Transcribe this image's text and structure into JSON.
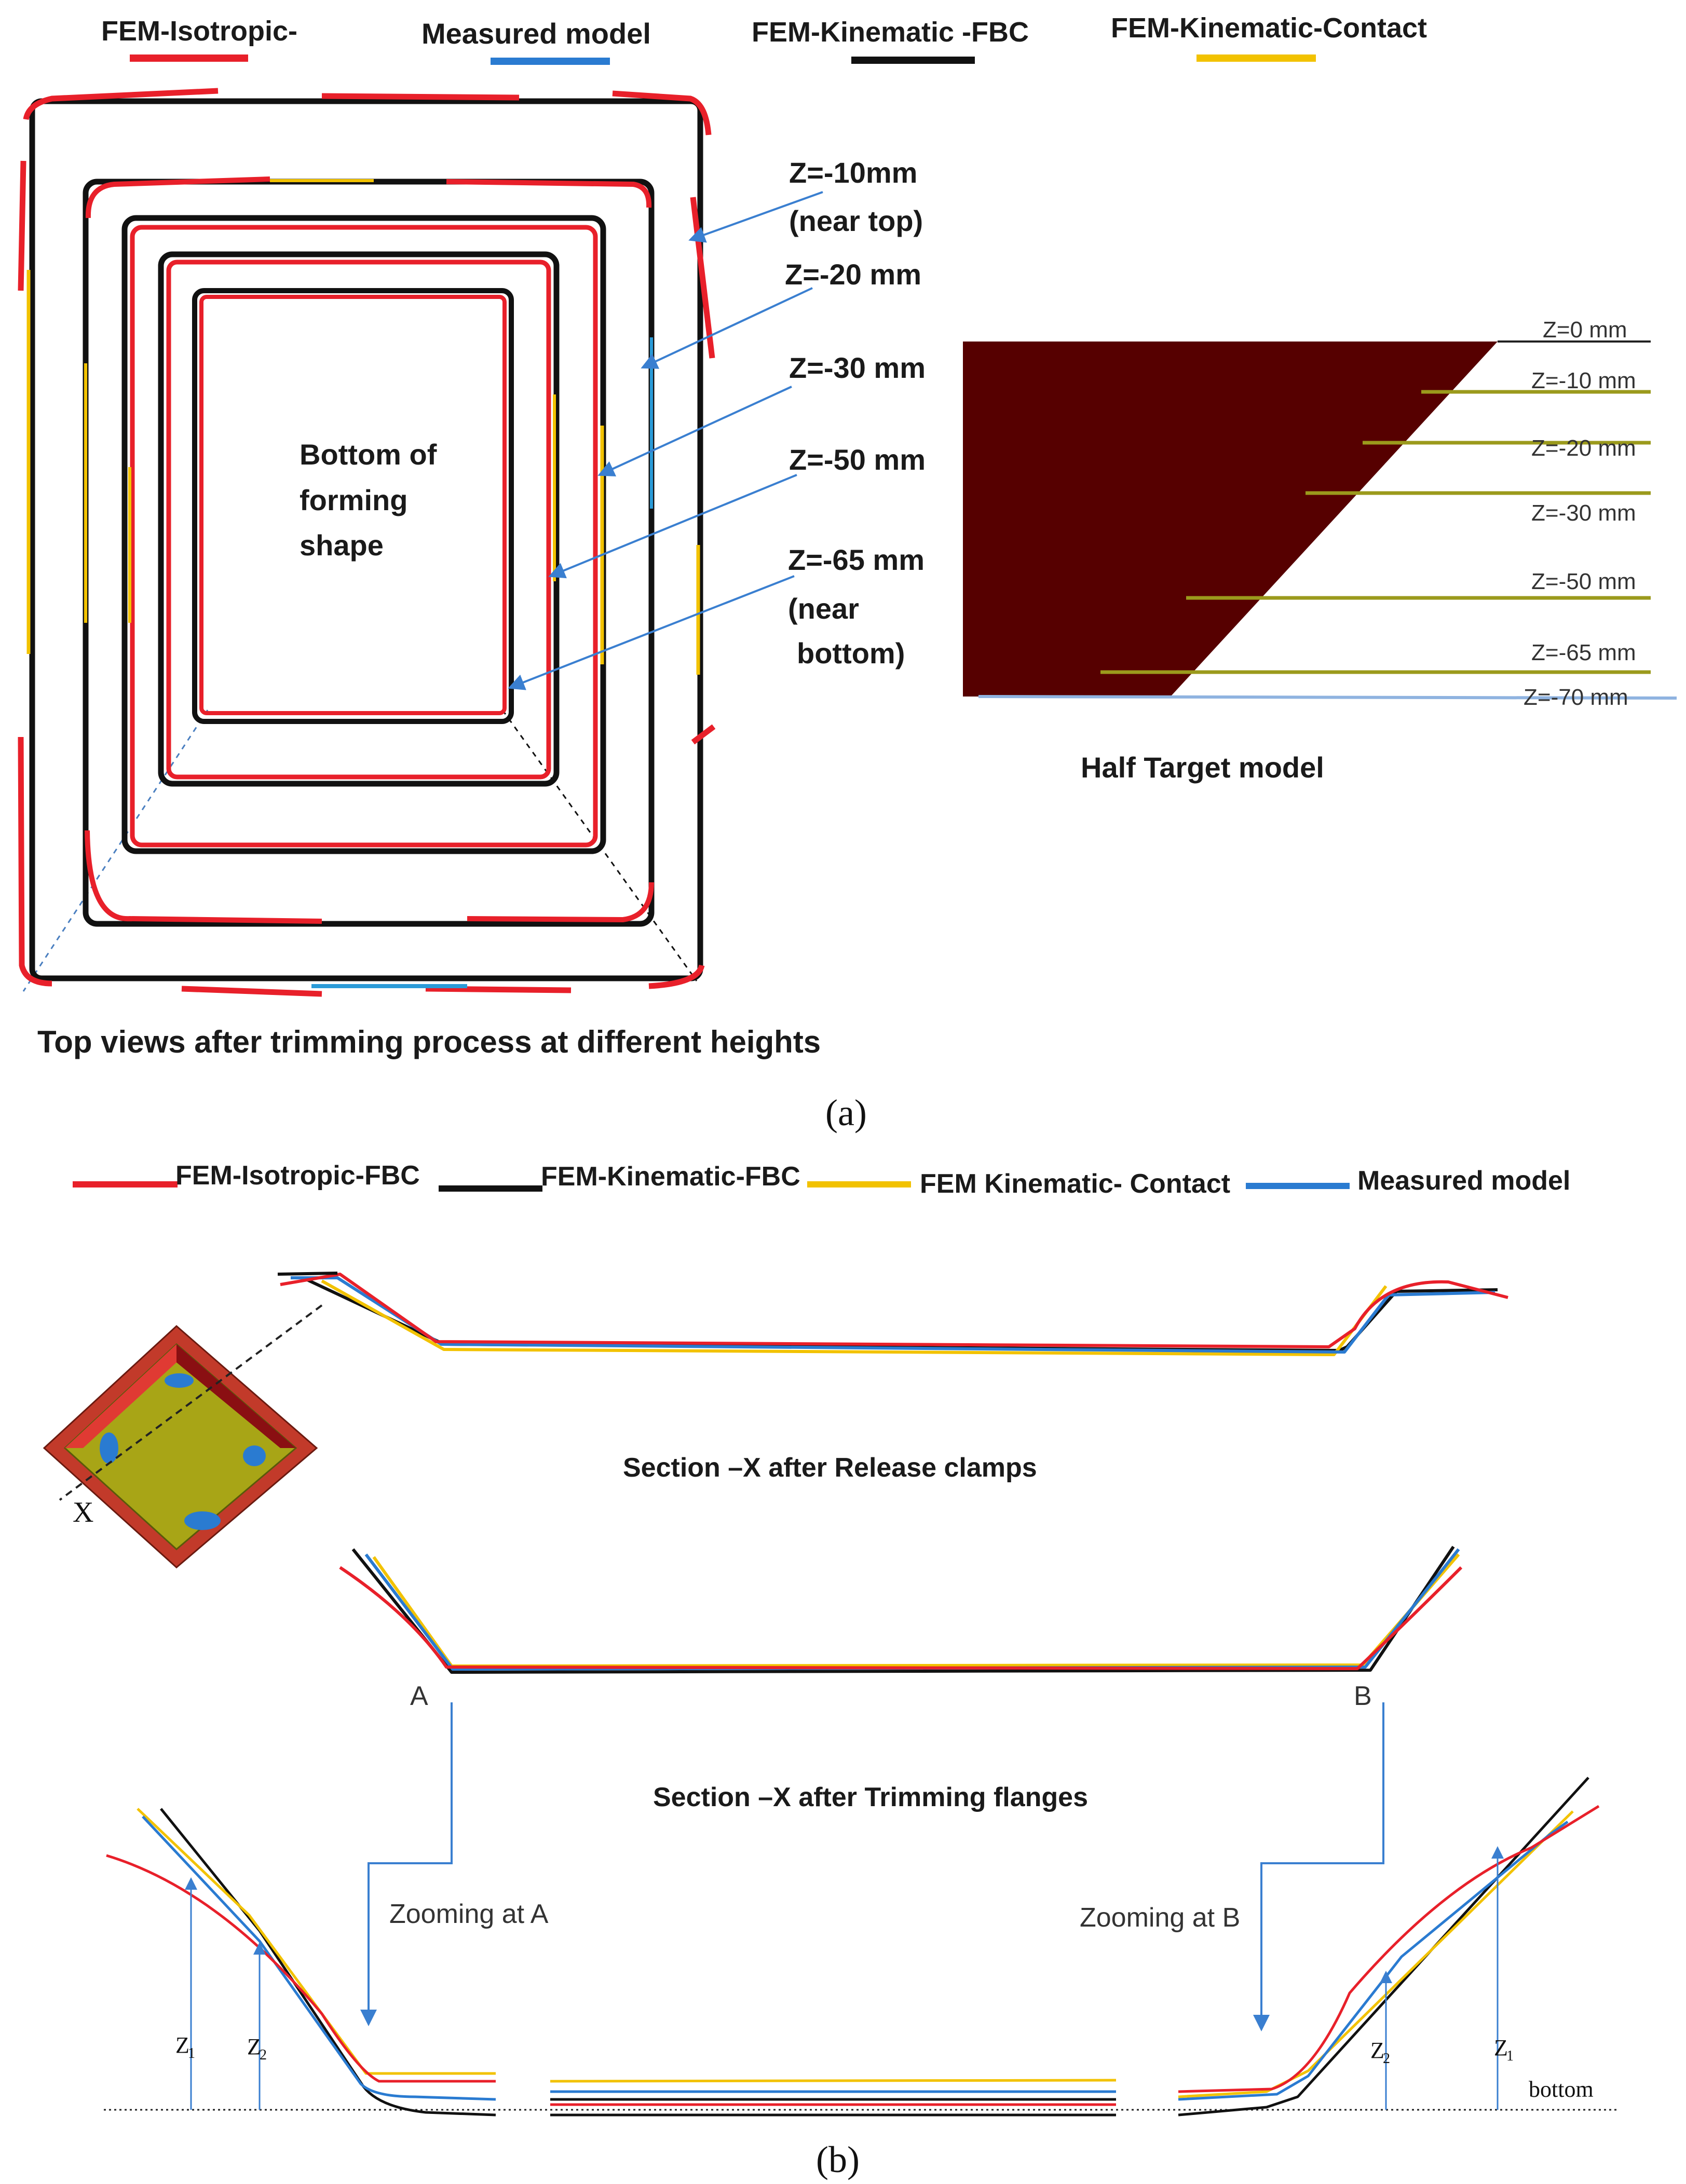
{
  "colors": {
    "isotropic": "#e8202a",
    "measured": "#2a7bd1",
    "kinematic_fbc": "#111111",
    "kinematic_contact": "#f2c200",
    "target": "#560000",
    "zline": "#9b9a1c",
    "arrow": "#3a7fd0"
  },
  "panel_a": {
    "legend": {
      "isotropic": "FEM-Isotropic-",
      "measured": "Measured model",
      "kinematic_fbc": "FEM-Kinematic -FBC",
      "kinematic_contact": "FEM-Kinematic-Contact"
    },
    "annotations": {
      "z10_line1": "Z=-10mm",
      "z10_line2": "(near top)",
      "z20": "Z=-20 mm",
      "z30": "Z=-30 mm",
      "z50": "Z=-50 mm",
      "z65_line1": "Z=-65 mm",
      "z65_line2": "(near",
      "z65_line3": "bottom)",
      "bottom_line1": "Bottom of",
      "bottom_line2": "forming",
      "bottom_line3": "shape"
    },
    "caption_top_views": "Top views   after trimming process  at different heights",
    "half_target": {
      "title": "Half Target model",
      "levels": [
        "Z=0  mm",
        "Z=-10 mm",
        "Z=-20 mm",
        "Z=-30 mm",
        "Z=-50 mm",
        "Z=-65 mm",
        "Z=-70 mm"
      ]
    },
    "label": "(a)"
  },
  "panel_b": {
    "legend": {
      "isotropic": "FEM-Isotropic-FBC",
      "kinematic_fbc": "FEM-Kinematic-FBC",
      "kinematic_contact": "FEM Kinematic- Contact",
      "measured": "Measured model"
    },
    "section_release": "Section –X  after  Release clamps",
    "section_trimming": "Section –X  after  Trimming flanges",
    "axis_mark": "X",
    "point_a": "A",
    "point_b": "B",
    "zoom_a": "Zooming at A",
    "zoom_b": "Zooming at B",
    "z1_label": "Z",
    "z1_sub": "1",
    "z2_label": "Z",
    "z2_sub": "2",
    "bottom_label": "bottom",
    "label": "(b)"
  }
}
